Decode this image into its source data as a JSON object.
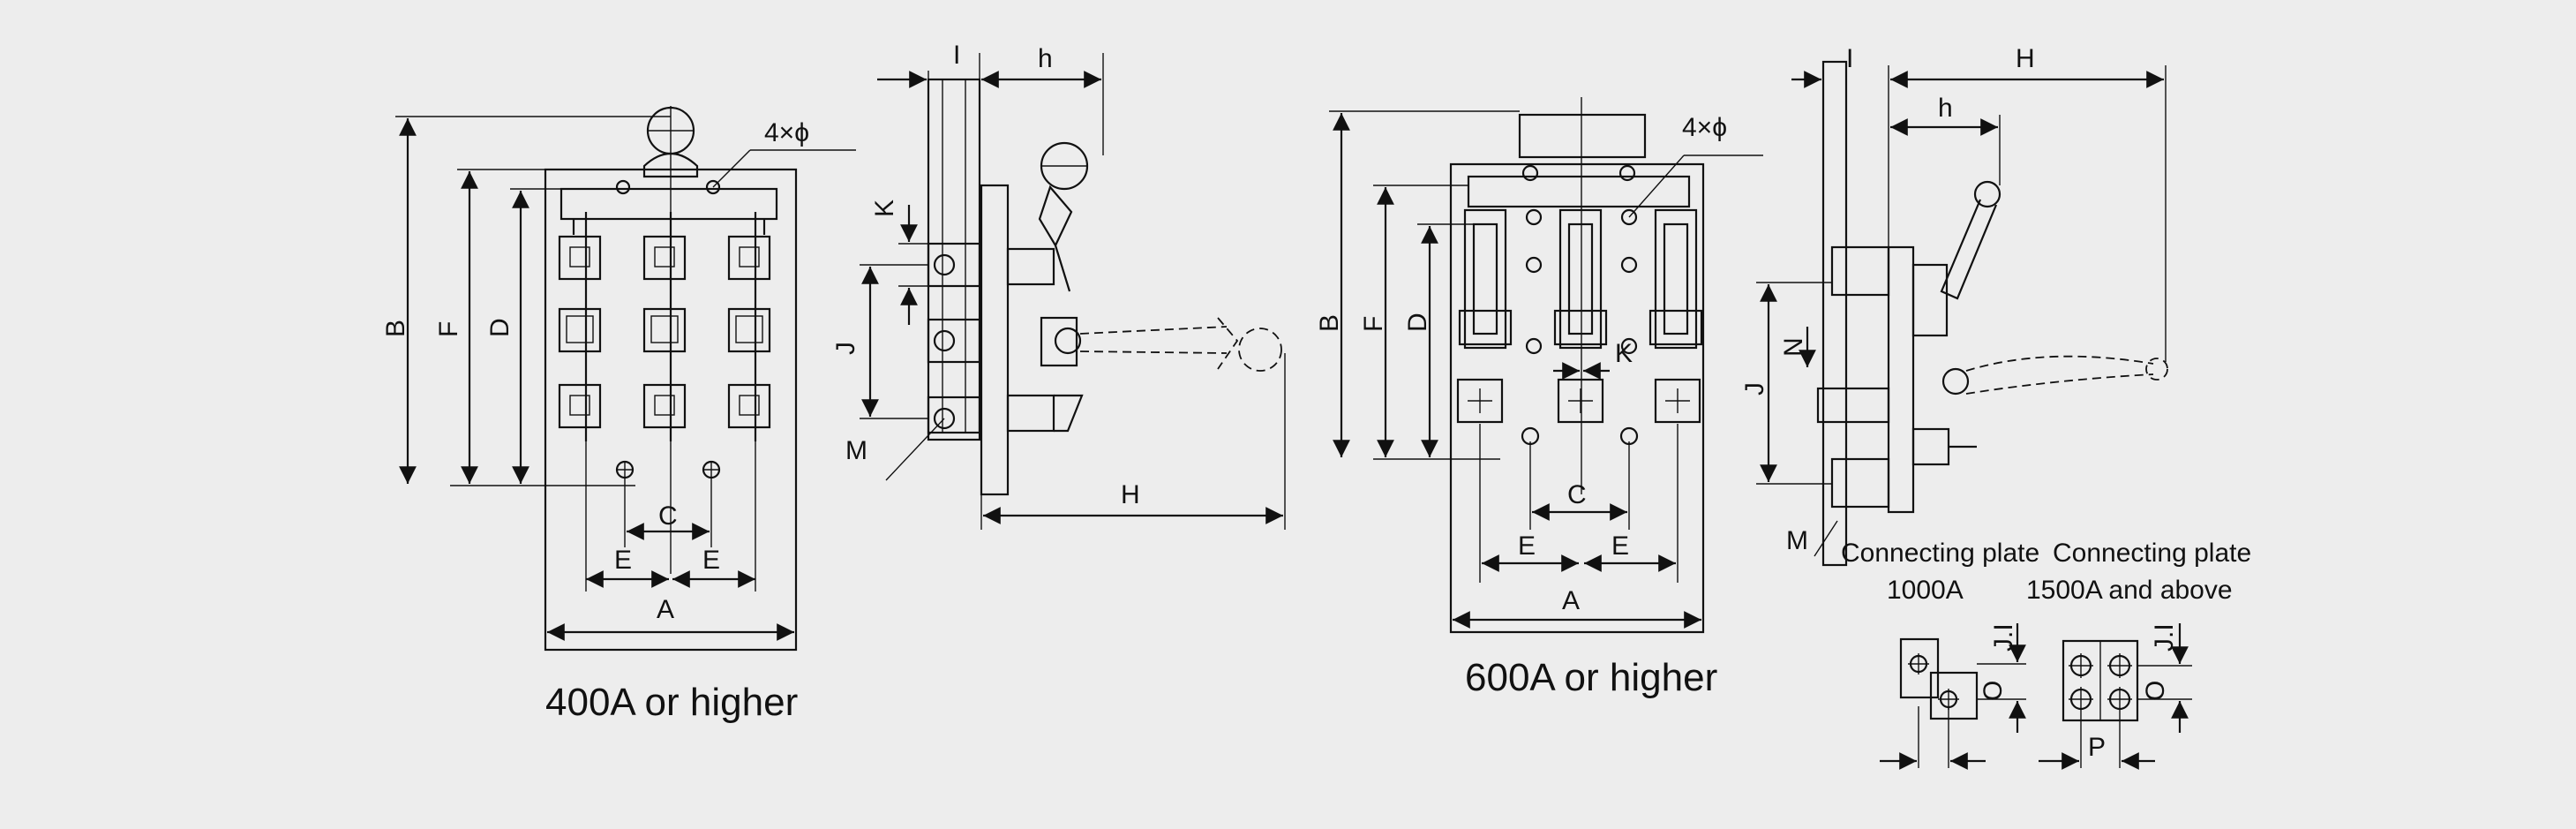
{
  "captions": {
    "left": "400A or higher",
    "right": "600A or higher"
  },
  "dimension_labels": {
    "A": "A",
    "B": "B",
    "C": "C",
    "D": "D",
    "E": "E",
    "F": "F",
    "H": "H",
    "h": "h",
    "I": "I",
    "J": "J",
    "K": "K",
    "M": "M",
    "N": "N",
    "O": "O",
    "P": "P",
    "JI": "J.I",
    "mount_holes": "4×ϕ"
  },
  "connecting_plate": {
    "label_1000": "Connecting plate",
    "rating_1000": "1000A",
    "label_1500": "Connecting plate",
    "rating_1500": "1500A and above"
  }
}
